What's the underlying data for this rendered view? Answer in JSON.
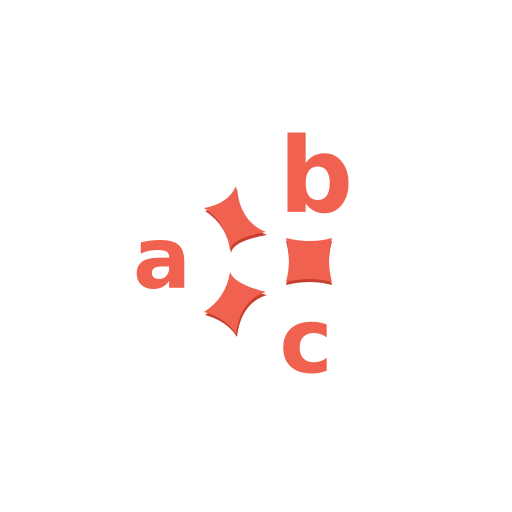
{
  "logo": {
    "letters": {
      "a": "a",
      "b": "b",
      "c": "c"
    },
    "colors": {
      "fill": "#F0614F",
      "shadow": "#C7402F",
      "background": "#FFFFFF"
    },
    "icons": [
      "sparkle-diamond-icon",
      "sparkle-diamond-icon",
      "sparkle-diamond-icon"
    ]
  }
}
